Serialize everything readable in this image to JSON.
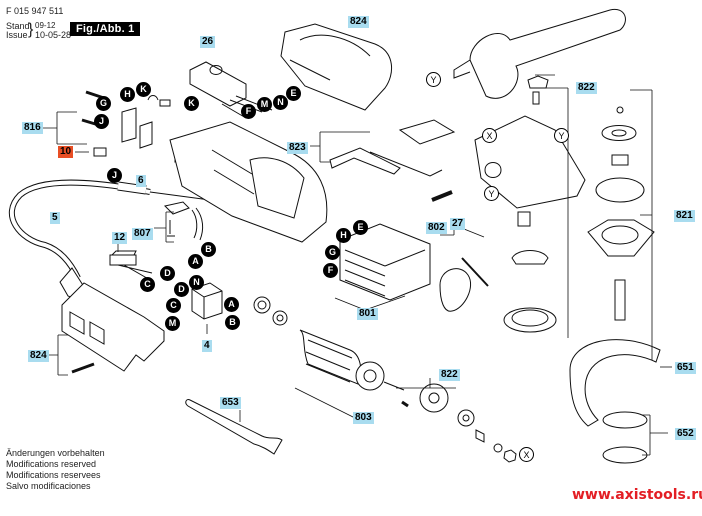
{
  "header": {
    "doc_number": "F 015 947 511",
    "stand_label": "Stand",
    "stand_value": "09-12",
    "issue_label": "Issue",
    "issue_value": "10-05-28",
    "figure_label": "Fig./Abb. 1"
  },
  "footer": {
    "notes": [
      "Änderungen vorbehalten",
      "Modifications reserved",
      "Modifications reservees",
      "Salvo modificaciones"
    ],
    "website": "www.axistools.ru"
  },
  "part_numbers": [
    {
      "id": "p26",
      "label": "26",
      "color": "blue"
    },
    {
      "id": "p824a",
      "label": "824",
      "color": "blue"
    },
    {
      "id": "p816",
      "label": "816",
      "color": "blue"
    },
    {
      "id": "p10",
      "label": "10",
      "color": "red"
    },
    {
      "id": "p6",
      "label": "6",
      "color": "blue"
    },
    {
      "id": "p5",
      "label": "5",
      "color": "blue"
    },
    {
      "id": "p807",
      "label": "807",
      "color": "blue"
    },
    {
      "id": "p12",
      "label": "12",
      "color": "blue"
    },
    {
      "id": "p4",
      "label": "4",
      "color": "blue"
    },
    {
      "id": "p824b",
      "label": "824",
      "color": "blue"
    },
    {
      "id": "p823",
      "label": "823",
      "color": "blue"
    },
    {
      "id": "p27",
      "label": "27",
      "color": "blue"
    },
    {
      "id": "p802",
      "label": "802",
      "color": "blue"
    },
    {
      "id": "p801",
      "label": "801",
      "color": "blue"
    },
    {
      "id": "p822a",
      "label": "822",
      "color": "blue"
    },
    {
      "id": "p821",
      "label": "821",
      "color": "blue"
    },
    {
      "id": "p651",
      "label": "651",
      "color": "blue"
    },
    {
      "id": "p652",
      "label": "652",
      "color": "blue"
    },
    {
      "id": "p653",
      "label": "653",
      "color": "blue"
    },
    {
      "id": "p803",
      "label": "803",
      "color": "blue"
    },
    {
      "id": "p822b",
      "label": "822",
      "color": "blue"
    }
  ],
  "wire_markers": {
    "filled": [
      {
        "label": "K"
      },
      {
        "label": "H"
      },
      {
        "label": "K"
      },
      {
        "label": "G"
      },
      {
        "label": "J"
      },
      {
        "label": "J"
      },
      {
        "label": "E"
      },
      {
        "label": "N"
      },
      {
        "label": "M"
      },
      {
        "label": "F"
      },
      {
        "label": "A"
      },
      {
        "label": "B"
      },
      {
        "label": "D"
      },
      {
        "label": "C"
      },
      {
        "label": "N"
      },
      {
        "label": "D"
      },
      {
        "label": "C"
      },
      {
        "label": "M"
      },
      {
        "label": "A"
      },
      {
        "label": "B"
      },
      {
        "label": "E"
      },
      {
        "label": "H"
      },
      {
        "label": "G"
      },
      {
        "label": "F"
      }
    ],
    "outline": [
      {
        "label": "Y"
      },
      {
        "label": "X"
      },
      {
        "label": "Y"
      },
      {
        "label": "Y"
      },
      {
        "label": "X"
      }
    ]
  }
}
